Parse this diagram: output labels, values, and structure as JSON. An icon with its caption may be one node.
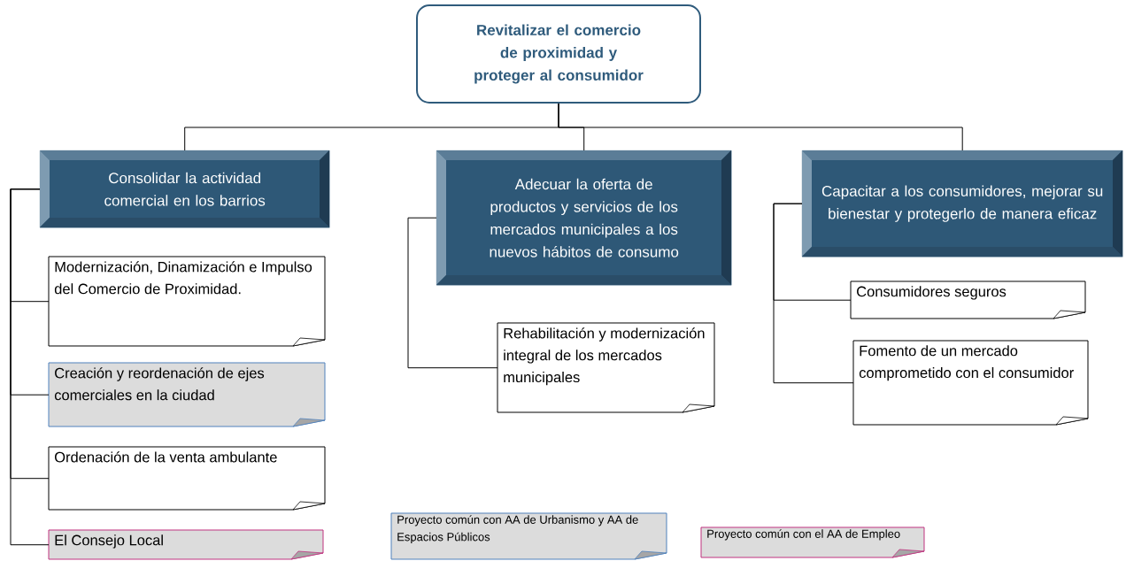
{
  "diagram": {
    "nodes": [
      {
        "text": [
          "Revitalizar el comercio de proximidad y proteger al consumidor"
        ]
      },
      {
        "text": [
          "Consolidar la actividad comercial en los barrios"
        ]
      },
      {
        "text": [
          "Adecuar la oferta de productos y servicios de los mercados municipales a los nuevos hábitos de consumo"
        ]
      },
      {
        "text": [
          "Capacitar a los consumidores, mejorar su bienestar y protegerlo de manera eficaz"
        ]
      },
      {
        "text": [
          "Modernización, Dinamización e Impulso del Comercio de Proximidad."
        ]
      },
      {
        "text": [
          "Creación y reordenación de ejes comerciales en la ciudad"
        ]
      },
      {
        "text": [
          "Ordenación de la venta ambulante"
        ]
      },
      {
        "text": [
          "El Consejo Local"
        ]
      },
      {
        "text": [
          "Rehabilitación  y modernización integral de los mercados municipales"
        ]
      },
      {
        "text": [
          "Consumidores seguros"
        ]
      },
      {
        "text": [
          "Fomento de un mercado comprometido con el consumidor"
        ]
      },
      {
        "text": [
          "Proyecto común con AA de Urbanismo y AA de Espacios Públicos"
        ]
      },
      {
        "text": [
          "Proyecto común con el AA de Empleo"
        ]
      }
    ],
    "edges": [
      {
        "from": 0,
        "to": 1,
        "arrow": "none"
      },
      {
        "from": 0,
        "to": 2,
        "arrow": "none"
      },
      {
        "from": 0,
        "to": 3,
        "arrow": "none"
      },
      {
        "from": 1,
        "to": 4,
        "arrow": "none"
      },
      {
        "from": 1,
        "to": 5,
        "arrow": "none"
      },
      {
        "from": 1,
        "to": 6,
        "arrow": "none"
      },
      {
        "from": 1,
        "to": 7,
        "arrow": "none"
      },
      {
        "from": 2,
        "to": 8,
        "arrow": "none"
      },
      {
        "from": 3,
        "to": 9,
        "arrow": "none"
      },
      {
        "from": 3,
        "to": 10,
        "arrow": "none"
      }
    ]
  }
}
